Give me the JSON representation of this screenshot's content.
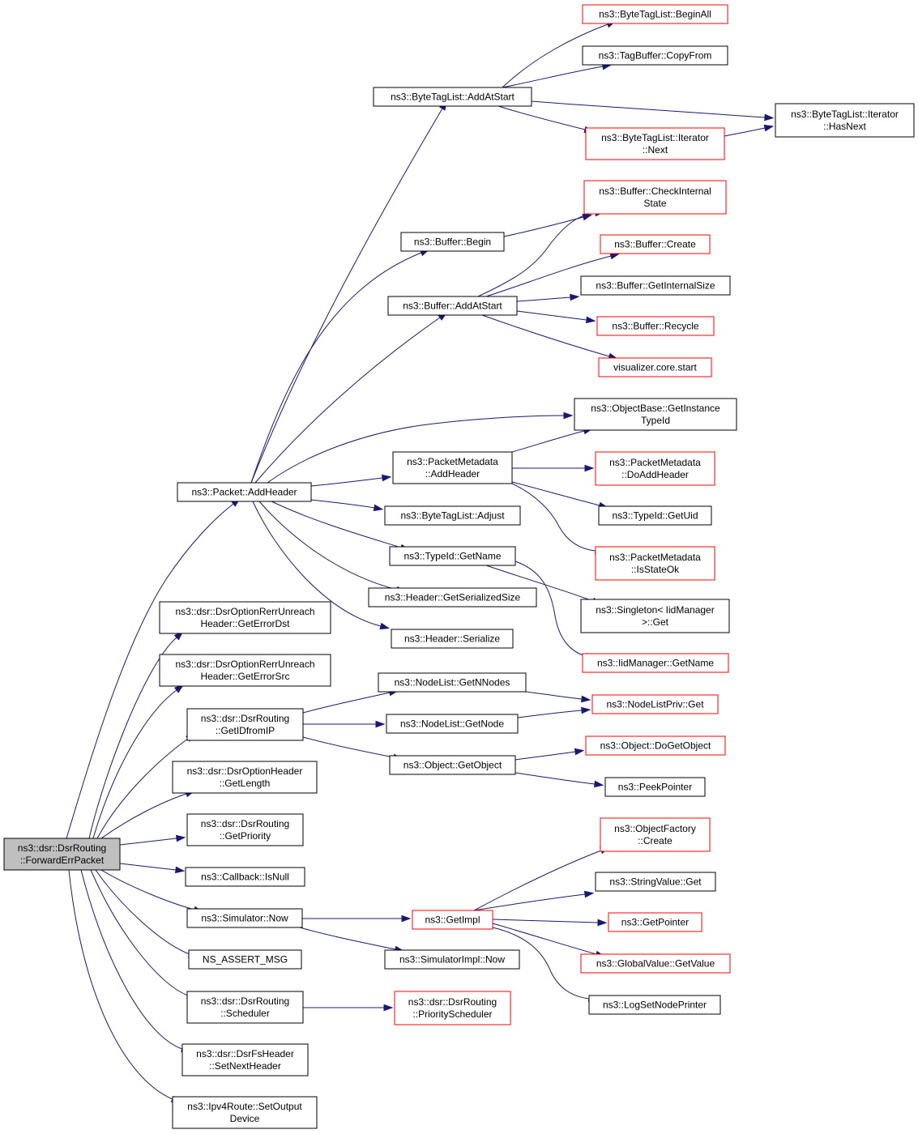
{
  "colors": {
    "edge": "#191970",
    "node_border": "#000000",
    "truncated_node_border": "#ff0000",
    "root_fill": "#bfbfbf",
    "background": "#ffffff"
  },
  "nodes": [
    {
      "id": "root",
      "lines": [
        "ns3::dsr::DsrRouting",
        "::ForwardErrPacket"
      ],
      "style": "root"
    },
    {
      "id": "n1",
      "lines": [
        "ns3::Packet::AddHeader"
      ],
      "style": "normal"
    },
    {
      "id": "n2",
      "lines": [
        "ns3::dsr::DsrOptionRerrUnreach",
        "Header::GetErrorDst"
      ],
      "style": "normal"
    },
    {
      "id": "n3",
      "lines": [
        "ns3::dsr::DsrOptionRerrUnreach",
        "Header::GetErrorSrc"
      ],
      "style": "normal"
    },
    {
      "id": "n4",
      "lines": [
        "ns3::dsr::DsrRouting",
        "::GetIDfromIP"
      ],
      "style": "normal"
    },
    {
      "id": "n5",
      "lines": [
        "ns3::dsr::DsrOptionHeader",
        "::GetLength"
      ],
      "style": "normal"
    },
    {
      "id": "n6",
      "lines": [
        "ns3::dsr::DsrRouting",
        "::GetPriority"
      ],
      "style": "normal"
    },
    {
      "id": "n7",
      "lines": [
        "ns3::Callback::IsNull"
      ],
      "style": "normal"
    },
    {
      "id": "n8",
      "lines": [
        "ns3::Simulator::Now"
      ],
      "style": "normal"
    },
    {
      "id": "n9",
      "lines": [
        "NS_ASSERT_MSG"
      ],
      "style": "normal"
    },
    {
      "id": "n10",
      "lines": [
        "ns3::dsr::DsrRouting",
        "::Scheduler"
      ],
      "style": "normal"
    },
    {
      "id": "n11",
      "lines": [
        "ns3::dsr::DsrFsHeader",
        "::SetNextHeader"
      ],
      "style": "normal"
    },
    {
      "id": "n12",
      "lines": [
        "ns3::Ipv4Route::SetOutput",
        "Device"
      ],
      "style": "normal"
    },
    {
      "id": "n13",
      "lines": [
        "ns3::ByteTagList::AddAtStart"
      ],
      "style": "normal"
    },
    {
      "id": "n14",
      "lines": [
        "ns3::Buffer::Begin"
      ],
      "style": "normal"
    },
    {
      "id": "n15",
      "lines": [
        "ns3::Buffer::AddAtStart"
      ],
      "style": "normal"
    },
    {
      "id": "n16",
      "lines": [
        "ns3::ObjectBase::GetInstance",
        "TypeId"
      ],
      "style": "normal"
    },
    {
      "id": "n17",
      "lines": [
        "ns3::PacketMetadata",
        "::AddHeader"
      ],
      "style": "normal"
    },
    {
      "id": "n18",
      "lines": [
        "ns3::ByteTagList::Adjust"
      ],
      "style": "normal"
    },
    {
      "id": "n19",
      "lines": [
        "ns3::TypeId::GetName"
      ],
      "style": "normal"
    },
    {
      "id": "n20",
      "lines": [
        "ns3::Header::GetSerializedSize"
      ],
      "style": "normal"
    },
    {
      "id": "n21",
      "lines": [
        "ns3::Header::Serialize"
      ],
      "style": "normal"
    },
    {
      "id": "n22",
      "lines": [
        "ns3::ByteTagList::BeginAll"
      ],
      "style": "red"
    },
    {
      "id": "n23",
      "lines": [
        "ns3::TagBuffer::CopyFrom"
      ],
      "style": "normal"
    },
    {
      "id": "n24",
      "lines": [
        "ns3::ByteTagList::Iterator",
        "::HasNext"
      ],
      "style": "normal"
    },
    {
      "id": "n25",
      "lines": [
        "ns3::ByteTagList::Iterator",
        "::Next"
      ],
      "style": "red"
    },
    {
      "id": "n26",
      "lines": [
        "ns3::Buffer::CheckInternal",
        "State"
      ],
      "style": "red"
    },
    {
      "id": "n27",
      "lines": [
        "ns3::Buffer::Create"
      ],
      "style": "red"
    },
    {
      "id": "n28",
      "lines": [
        "ns3::Buffer::GetInternalSize"
      ],
      "style": "normal"
    },
    {
      "id": "n29",
      "lines": [
        "ns3::Buffer::Recycle"
      ],
      "style": "red"
    },
    {
      "id": "n30",
      "lines": [
        "visualizer.core.start"
      ],
      "style": "red"
    },
    {
      "id": "n31",
      "lines": [
        "ns3::PacketMetadata",
        "::DoAddHeader"
      ],
      "style": "red"
    },
    {
      "id": "n32",
      "lines": [
        "ns3::TypeId::GetUid"
      ],
      "style": "normal"
    },
    {
      "id": "n33",
      "lines": [
        "ns3::PacketMetadata",
        "::IsStateOk"
      ],
      "style": "red"
    },
    {
      "id": "n34",
      "lines": [
        "ns3::Singleton< IidManager",
        ">::Get"
      ],
      "style": "normal"
    },
    {
      "id": "n35",
      "lines": [
        "ns3::IidManager::GetName"
      ],
      "style": "red"
    },
    {
      "id": "n36",
      "lines": [
        "ns3::NodeList::GetNNodes"
      ],
      "style": "normal"
    },
    {
      "id": "n37",
      "lines": [
        "ns3::NodeList::GetNode"
      ],
      "style": "normal"
    },
    {
      "id": "n38",
      "lines": [
        "ns3::Object::GetObject"
      ],
      "style": "normal"
    },
    {
      "id": "n39",
      "lines": [
        "ns3::NodeListPriv::Get"
      ],
      "style": "red"
    },
    {
      "id": "n40",
      "lines": [
        "ns3::Object::DoGetObject"
      ],
      "style": "red"
    },
    {
      "id": "n41",
      "lines": [
        "ns3::PeekPointer"
      ],
      "style": "normal"
    },
    {
      "id": "n42",
      "lines": [
        "ns3::GetImpl"
      ],
      "style": "red"
    },
    {
      "id": "n43",
      "lines": [
        "ns3::SimulatorImpl::Now"
      ],
      "style": "normal"
    },
    {
      "id": "n44",
      "lines": [
        "ns3::ObjectFactory",
        "::Create"
      ],
      "style": "red"
    },
    {
      "id": "n45",
      "lines": [
        "ns3::StringValue::Get"
      ],
      "style": "normal"
    },
    {
      "id": "n46",
      "lines": [
        "ns3::GetPointer"
      ],
      "style": "red"
    },
    {
      "id": "n47",
      "lines": [
        "ns3::GlobalValue::GetValue"
      ],
      "style": "red"
    },
    {
      "id": "n48",
      "lines": [
        "ns3::LogSetNodePrinter"
      ],
      "style": "normal"
    },
    {
      "id": "n49",
      "lines": [
        "ns3::dsr::DsrRouting",
        "::PriorityScheduler"
      ],
      "style": "red"
    }
  ],
  "edges": [
    [
      "root",
      "n1"
    ],
    [
      "root",
      "n2"
    ],
    [
      "root",
      "n3"
    ],
    [
      "root",
      "n4"
    ],
    [
      "root",
      "n5"
    ],
    [
      "root",
      "n6"
    ],
    [
      "root",
      "n7"
    ],
    [
      "root",
      "n8"
    ],
    [
      "root",
      "n9"
    ],
    [
      "root",
      "n10"
    ],
    [
      "root",
      "n11"
    ],
    [
      "root",
      "n12"
    ],
    [
      "n1",
      "n13"
    ],
    [
      "n1",
      "n14"
    ],
    [
      "n1",
      "n15"
    ],
    [
      "n1",
      "n16"
    ],
    [
      "n1",
      "n17"
    ],
    [
      "n1",
      "n18"
    ],
    [
      "n1",
      "n19"
    ],
    [
      "n1",
      "n20"
    ],
    [
      "n1",
      "n21"
    ],
    [
      "n13",
      "n22"
    ],
    [
      "n13",
      "n23"
    ],
    [
      "n13",
      "n24"
    ],
    [
      "n13",
      "n25"
    ],
    [
      "n25",
      "n24"
    ],
    [
      "n14",
      "n26"
    ],
    [
      "n15",
      "n26"
    ],
    [
      "n15",
      "n27"
    ],
    [
      "n15",
      "n28"
    ],
    [
      "n15",
      "n29"
    ],
    [
      "n15",
      "n30"
    ],
    [
      "n17",
      "n16"
    ],
    [
      "n17",
      "n31"
    ],
    [
      "n17",
      "n32"
    ],
    [
      "n17",
      "n33"
    ],
    [
      "n19",
      "n34"
    ],
    [
      "n19",
      "n35"
    ],
    [
      "n4",
      "n36"
    ],
    [
      "n4",
      "n37"
    ],
    [
      "n4",
      "n38"
    ],
    [
      "n36",
      "n39"
    ],
    [
      "n37",
      "n39"
    ],
    [
      "n38",
      "n40"
    ],
    [
      "n38",
      "n41"
    ],
    [
      "n8",
      "n42"
    ],
    [
      "n8",
      "n43"
    ],
    [
      "n42",
      "n44"
    ],
    [
      "n42",
      "n45"
    ],
    [
      "n42",
      "n46"
    ],
    [
      "n42",
      "n47"
    ],
    [
      "n42",
      "n48"
    ],
    [
      "n10",
      "n49"
    ]
  ]
}
